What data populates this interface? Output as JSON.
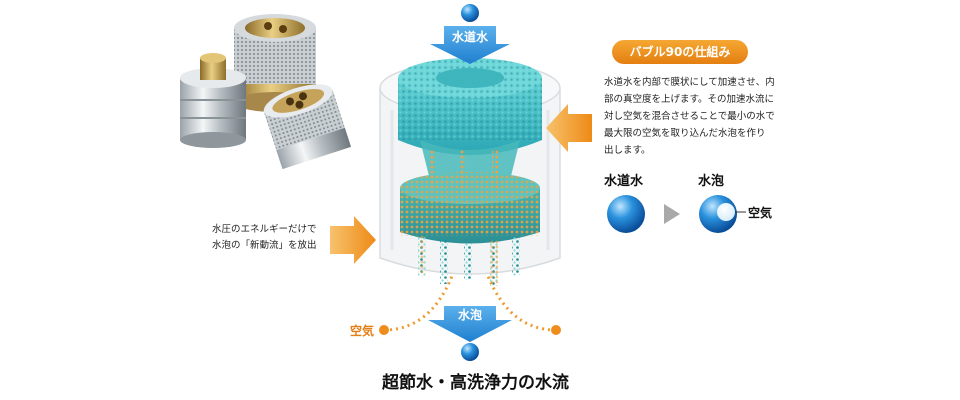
{
  "diagram": {
    "top_arrow_label": "水道水",
    "bottom_arrow_label": "水泡",
    "air_label": "空気",
    "left_note_lines": [
      "水圧のエネルギーだけで",
      "水泡の「新動流」を放出"
    ],
    "title_badge": "バブル90の仕組み",
    "description_lines": [
      "水道水を内部で膜状にして加速させ、内",
      "部の真空度を上げます。その加速水流に",
      "対し空気を混合させることで最小の水で",
      "最大限の空気を取り込んだ水泡を作り",
      "出します。"
    ],
    "legend": {
      "water_label": "水道水",
      "bubble_label": "水泡",
      "air_label": "空気"
    },
    "caption": "超節水・高洗浄力の水流"
  },
  "colors": {
    "water_blue": "#1a86d4",
    "arrow_orange": "#f19a2a",
    "teal": "#3bbcc4",
    "orange_accent": "#e47f10"
  },
  "icons": [
    "nozzle-photo",
    "down-arrow-icon",
    "right-arrow-icon",
    "water-drop-icon",
    "bubble-icon",
    "triangle-arrow-icon"
  ]
}
